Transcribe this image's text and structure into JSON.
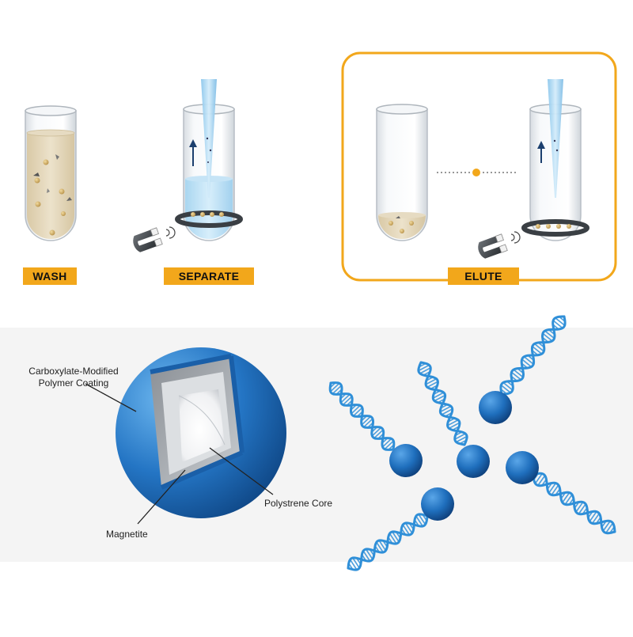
{
  "steps": {
    "wash": "WASH",
    "separate": "SEPARATE",
    "elute": "ELUTE"
  },
  "bead_parts": {
    "coating_line1": "Carboxylate-Modified",
    "coating_line2": "Polymer Coating",
    "core": "Polystrene Core",
    "magnetite": "Magnetite"
  },
  "colors": {
    "accent": "#f2a71b",
    "bead_blue": "#1f6fbd",
    "dna_blue": "#2f8fd8",
    "panel_gray": "#f4f4f4"
  }
}
